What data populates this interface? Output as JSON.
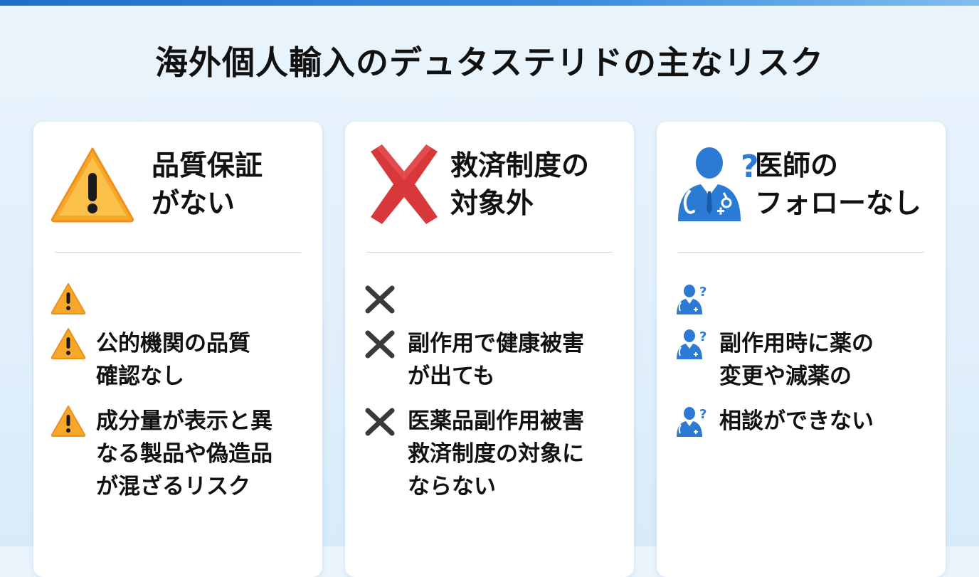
{
  "page": {
    "title": "海外個人輸入のデュタステリドの主なリスク"
  },
  "colors": {
    "accent": "#2b7bd4",
    "warning": "#f5a623",
    "danger": "#d9383a",
    "doctor": "#2b7bd4"
  },
  "cards": [
    {
      "icon": "warning-icon",
      "title_line1": "品質保証",
      "title_line2": "がない",
      "bullets": [
        {
          "icon": "warning-icon",
          "text": ""
        },
        {
          "icon": "warning-icon",
          "text": "公的機関の品質\n確認なし"
        },
        {
          "icon": "warning-icon",
          "text": "成分量が表示と異\nなる製品や偽造品\nが混ざるリスク"
        }
      ]
    },
    {
      "icon": "cross-icon",
      "title_line1": "救済制度の",
      "title_line2": "対象外",
      "bullets": [
        {
          "icon": "cross-icon",
          "text": ""
        },
        {
          "icon": "cross-icon",
          "text": "副作用で健康被害\nが出ても"
        },
        {
          "icon": "cross-icon",
          "text": "医薬品副作用被害\n救済制度の対象に\nならない"
        }
      ]
    },
    {
      "icon": "doctor-question-icon",
      "title_line1": "医師の",
      "title_line2": "フォローなし",
      "bullets": [
        {
          "icon": "doctor-question-icon",
          "text": ""
        },
        {
          "icon": "doctor-question-icon",
          "text": "副作用時に薬の\n変更や減薬の"
        },
        {
          "icon": "doctor-question-icon",
          "text": "相談ができない"
        }
      ]
    }
  ]
}
